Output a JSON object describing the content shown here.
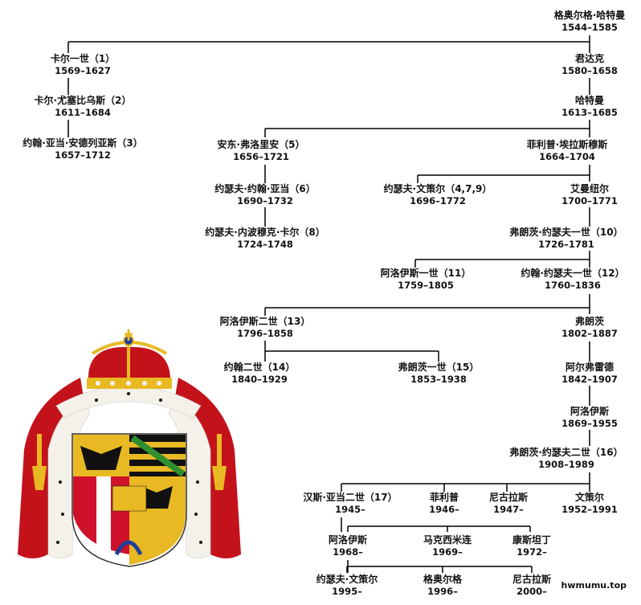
{
  "persons": [
    {
      "id": "p1",
      "name": "格奥尔格·哈特曼",
      "dates": "1544–1585"
    },
    {
      "id": "p2",
      "name": "卡尔一世（1）",
      "dates": "1569–1627"
    },
    {
      "id": "p3",
      "name": "君达克",
      "dates": "1580–1658"
    },
    {
      "id": "p4",
      "name": "卡尔·尤塞比乌斯（2）",
      "dates": "1611–1684"
    },
    {
      "id": "p5",
      "name": "哈特曼",
      "dates": "1613–1685"
    },
    {
      "id": "p6",
      "name": "约翰·亚当·安德列亚斯（3）",
      "dates": "1657–1712"
    },
    {
      "id": "p7",
      "name": "安东·弗洛里安（5）",
      "dates": "1656–1721"
    },
    {
      "id": "p8",
      "name": "菲利普·埃拉斯穆斯",
      "dates": "1664–1704"
    },
    {
      "id": "p9",
      "name": "约瑟夫·约翰·亚当（6）",
      "dates": "1690–1732"
    },
    {
      "id": "p10",
      "name": "约瑟夫·文策尔（4,7,9）",
      "dates": "1696–1772"
    },
    {
      "id": "p11",
      "name": "艾曼纽尔",
      "dates": "1700–1771"
    },
    {
      "id": "p12",
      "name": "约瑟夫·内波穆克·卡尔（8）",
      "dates": "1724–1748"
    },
    {
      "id": "p13",
      "name": "弗朗茨·约瑟夫一世（10）",
      "dates": "1726–1781"
    },
    {
      "id": "p14",
      "name": "阿洛伊斯一世（11）",
      "dates": "1759–1805"
    },
    {
      "id": "p15",
      "name": "约翰·约瑟夫一世（12）",
      "dates": "1760–1836"
    },
    {
      "id": "p16",
      "name": "阿洛伊斯二世（13）",
      "dates": "1796–1858"
    },
    {
      "id": "p17",
      "name": "弗朗茨",
      "dates": "1802–1887"
    },
    {
      "id": "p18",
      "name": "约翰二世（14）",
      "dates": "1840–1929"
    },
    {
      "id": "p19",
      "name": "弗朗茨一世（15）",
      "dates": "1853–1938"
    },
    {
      "id": "p20",
      "name": "阿尔弗雷德",
      "dates": "1842–1907"
    },
    {
      "id": "p21",
      "name": "阿洛伊斯",
      "dates": "1869–1955"
    },
    {
      "id": "p22",
      "name": "弗朗茨·约瑟夫二世（16）",
      "dates": "1908–1989"
    },
    {
      "id": "p23",
      "name": "汉斯·亚当二世（17）",
      "dates": "1945–"
    },
    {
      "id": "p24",
      "name": "菲利普",
      "dates": "1946–"
    },
    {
      "id": "p25",
      "name": "尼古拉斯",
      "dates": "1947–"
    },
    {
      "id": "p26",
      "name": "文策尔",
      "dates": "1952–1991"
    },
    {
      "id": "p27",
      "name": "阿洛伊斯",
      "dates": "1968–"
    },
    {
      "id": "p28",
      "name": "马克西米连",
      "dates": "1969–"
    },
    {
      "id": "p29",
      "name": "康斯坦丁",
      "dates": "1972–"
    },
    {
      "id": "p30",
      "name": "约瑟夫·文策尔",
      "dates": "1995–"
    },
    {
      "id": "p31",
      "name": "格奥尔格",
      "dates": "1996–"
    },
    {
      "id": "p32",
      "name": "尼古拉斯",
      "dates": "2000–"
    }
  ],
  "watermark": "hwmumu.top",
  "colors": {
    "crown_red": "#c4121b",
    "gold": "#e8b923",
    "ermine": "#f4f1ea",
    "shield_red": "#d0112b",
    "black": "#111111",
    "green": "#2f8f2f",
    "blue": "#1f3f9a"
  }
}
